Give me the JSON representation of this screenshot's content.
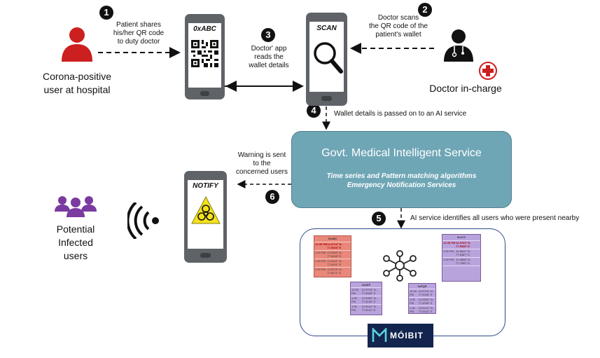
{
  "steps": [
    "1",
    "2",
    "3",
    "4",
    "5",
    "6"
  ],
  "actors": {
    "patient": "Corona-positive\nuser at hospital",
    "doctor": "Doctor in-charge",
    "infected": "Potential\nInfected\nusers"
  },
  "annotations": {
    "step1": "Patient shares\nhis/her QR code\nto duty doctor",
    "step2": "Doctor scans\nthe QR code of the\npatient's wallet",
    "step3": "Doctor' app\nreads the\nwallet details",
    "step4": "Wallet details is passed on to an AI service",
    "step5": "AI service identifies all users who were present nearby",
    "step6": "Warning is sent\nto the\nconcerned users"
  },
  "phones": {
    "qr": "0xABC",
    "scan": "SCAN",
    "notify": "NOTIFY"
  },
  "service": {
    "title": "Govt. Medical Intelligent Service",
    "line1": "Time series and Pattern matching algorithms",
    "line2": "Emergency Notification Services"
  },
  "cards": {
    "red": {
      "title": "0xABC",
      "rows": [
        {
          "t": "12:30 PM",
          "v": "12.9716° N, 77.5946° E"
        },
        {
          "t": "1:00 PM",
          "v": "12.9352° N, 77.6245° E"
        },
        {
          "t": "1:30 PM",
          "v": "12.9141° N, 77.6101° E"
        },
        {
          "t": "2:00 PM",
          "v": "12.9279° N, 77.6271° E"
        }
      ]
    },
    "right": {
      "title": "0xXYZ",
      "rows": [
        {
          "t": "12:30 PM",
          "v": "12.9763° N, 77.5929° E"
        },
        {
          "t": "1:00 PM",
          "v": "12.9611° N, 77.6387° E"
        },
        {
          "t": "1:30 PM",
          "v": "12.9698° N, 77.7500° E"
        },
        {
          "t": "",
          "v": ""
        }
      ]
    },
    "mid1": {
      "title": "0xDEF",
      "rows": [
        {
          "t": "12:30 PM",
          "v": "12.9716° N, 77.5946° E"
        },
        {
          "t": "1:00 PM",
          "v": "12.9352° N, 77.6245° E"
        },
        {
          "t": "1:30 PM",
          "v": "12.9141° N, 77.6101° E"
        }
      ]
    },
    "mid2": {
      "title": "0xPQR",
      "rows": [
        {
          "t": "12:30 PM",
          "v": "12.9716° N, 77.5946° E"
        },
        {
          "t": "1:00 PM",
          "v": "12.9352° N, 77.6245° E"
        },
        {
          "t": "1:30 PM",
          "v": "12.9141° N, 77.6101° E"
        }
      ]
    }
  },
  "logo": "MÓIBIT",
  "icons": [
    "person-icon",
    "doctor-icon",
    "red-cross-icon",
    "qr-code-icon",
    "magnifier-icon",
    "biohazard-icon",
    "wireless-icon",
    "group-icon",
    "network-icon"
  ],
  "colors": {
    "service": "#6fa6b6",
    "patient": "#cc1f1f",
    "infected": "#7b3aa0",
    "cardRed": "#e8877a",
    "cardPurple": "#b9a3dd",
    "dots": "#c00000"
  }
}
